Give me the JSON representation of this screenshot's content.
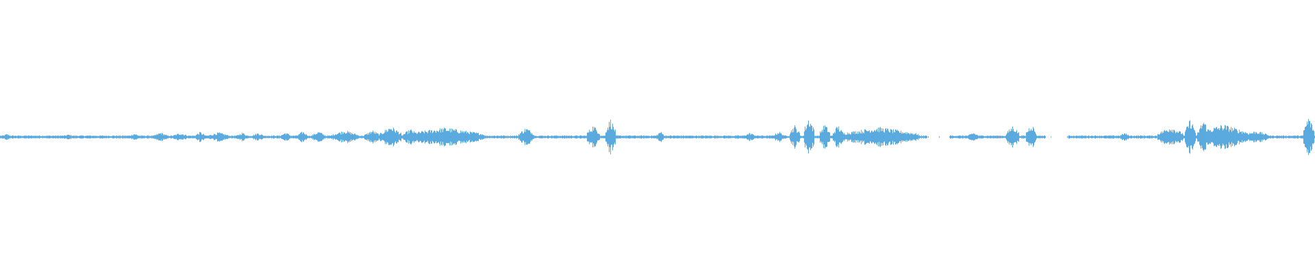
{
  "waveform": {
    "color": "#5aaae0",
    "background": "#ffffff",
    "baseline_amplitude": 0.006,
    "bursts": [
      {
        "center": 0.005,
        "width": 0.004,
        "amplitude": 0.012
      },
      {
        "center": 0.052,
        "width": 0.006,
        "amplitude": 0.01
      },
      {
        "center": 0.102,
        "width": 0.004,
        "amplitude": 0.014
      },
      {
        "center": 0.122,
        "width": 0.005,
        "amplitude": 0.018
      },
      {
        "center": 0.137,
        "width": 0.006,
        "amplitude": 0.016
      },
      {
        "center": 0.152,
        "width": 0.004,
        "amplitude": 0.02
      },
      {
        "center": 0.166,
        "width": 0.008,
        "amplitude": 0.018
      },
      {
        "center": 0.184,
        "width": 0.004,
        "amplitude": 0.018
      },
      {
        "center": 0.196,
        "width": 0.005,
        "amplitude": 0.016
      },
      {
        "center": 0.217,
        "width": 0.004,
        "amplitude": 0.018
      },
      {
        "center": 0.23,
        "width": 0.004,
        "amplitude": 0.022
      },
      {
        "center": 0.242,
        "width": 0.005,
        "amplitude": 0.022
      },
      {
        "center": 0.262,
        "width": 0.01,
        "amplitude": 0.026
      },
      {
        "center": 0.283,
        "width": 0.006,
        "amplitude": 0.026
      },
      {
        "center": 0.297,
        "width": 0.008,
        "amplitude": 0.042
      },
      {
        "center": 0.312,
        "width": 0.006,
        "amplitude": 0.03
      },
      {
        "center": 0.338,
        "width": 0.03,
        "amplitude": 0.036
      },
      {
        "center": 0.4,
        "width": 0.006,
        "amplitude": 0.036
      },
      {
        "center": 0.451,
        "width": 0.005,
        "amplitude": 0.046
      },
      {
        "center": 0.464,
        "width": 0.004,
        "amplitude": 0.07
      },
      {
        "center": 0.502,
        "width": 0.003,
        "amplitude": 0.022
      },
      {
        "center": 0.57,
        "width": 0.005,
        "amplitude": 0.016
      },
      {
        "center": 0.592,
        "width": 0.004,
        "amplitude": 0.022
      },
      {
        "center": 0.604,
        "width": 0.004,
        "amplitude": 0.046
      },
      {
        "center": 0.615,
        "width": 0.004,
        "amplitude": 0.078
      },
      {
        "center": 0.627,
        "width": 0.004,
        "amplitude": 0.05
      },
      {
        "center": 0.637,
        "width": 0.004,
        "amplitude": 0.046
      },
      {
        "center": 0.668,
        "width": 0.03,
        "amplitude": 0.038
      },
      {
        "center": 0.74,
        "width": 0.004,
        "amplitude": 0.018
      },
      {
        "center": 0.77,
        "width": 0.005,
        "amplitude": 0.044
      },
      {
        "center": 0.784,
        "width": 0.004,
        "amplitude": 0.052
      },
      {
        "center": 0.855,
        "width": 0.004,
        "amplitude": 0.016
      },
      {
        "center": 0.89,
        "width": 0.01,
        "amplitude": 0.04
      },
      {
        "center": 0.905,
        "width": 0.004,
        "amplitude": 0.07
      },
      {
        "center": 0.915,
        "width": 0.004,
        "amplitude": 0.068
      },
      {
        "center": 0.93,
        "width": 0.02,
        "amplitude": 0.048
      },
      {
        "center": 0.955,
        "width": 0.01,
        "amplitude": 0.024
      },
      {
        "center": 0.995,
        "width": 0.004,
        "amplitude": 0.08
      }
    ],
    "gaps": [
      {
        "start": 0.705,
        "end": 0.722
      },
      {
        "start": 0.795,
        "end": 0.812
      }
    ]
  }
}
